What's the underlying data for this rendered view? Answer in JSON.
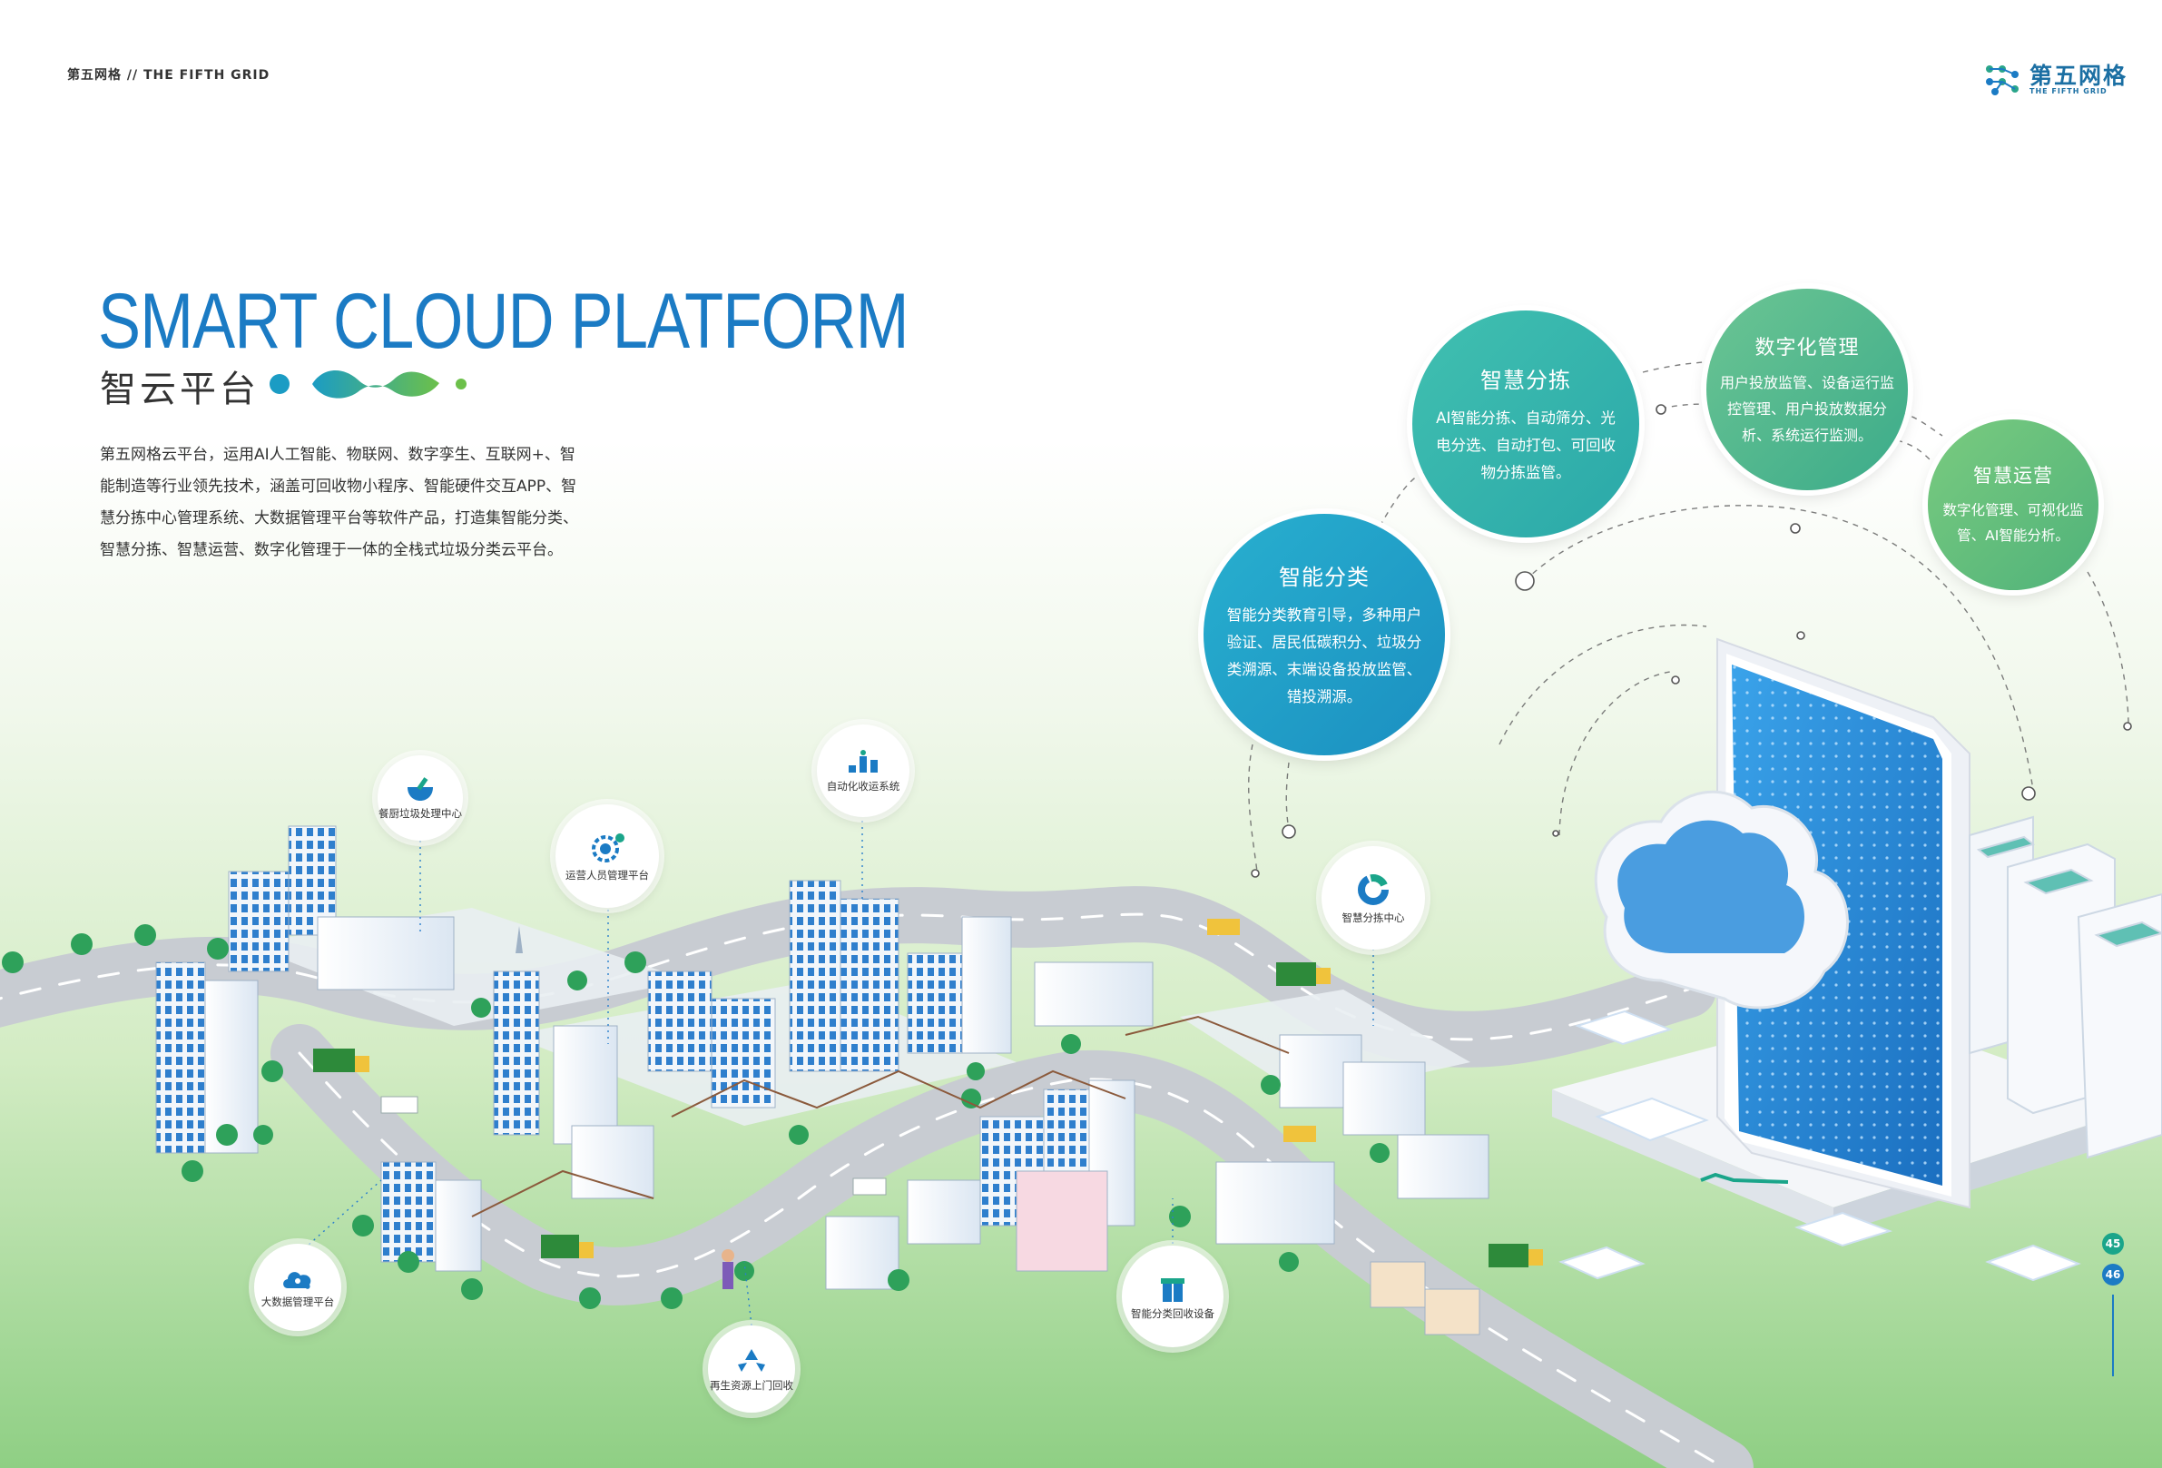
{
  "header": {
    "left_label": "第五网格 // THE FIFTH GRID"
  },
  "logo": {
    "cn": "第五网格",
    "en": "THE FIFTH GRID"
  },
  "title": {
    "en": "SMART CLOUD PLATFORM",
    "cn": "智云平台"
  },
  "intro": "第五网格云平台，运用AI人工智能、物联网、数字孪生、互联网+、智能制造等行业领先技术，涵盖可回收物小程序、智能硬件交互APP、智慧分拣中心管理系统、大数据管理平台等软件产品，打造集智能分类、智慧分拣、智慧运营、数字化管理于一体的全栈式垃圾分类云平台。",
  "features": [
    {
      "title": "智能分类",
      "desc": "智能分类教育引导，多种用户验证、居民低碳积分、垃圾分类溯源、末端设备投放监管、错投溯源。"
    },
    {
      "title": "智慧分拣",
      "desc": "AI智能分拣、自动筛分、光电分选、自动打包、可回收物分拣监管。"
    },
    {
      "title": "数字化管理",
      "desc": "用户投放监管、设备运行监控管理、用户投放数据分析、系统运行监测。"
    },
    {
      "title": "智慧运营",
      "desc": "数字化管理、可视化监管、AI智能分析。"
    }
  ],
  "nodes": [
    {
      "label": "餐厨垃圾处理中心",
      "icon": "mortar-icon"
    },
    {
      "label": "运营人员管理平台",
      "icon": "gear-people-icon"
    },
    {
      "label": "自动化收运系统",
      "icon": "conveyor-icon"
    },
    {
      "label": "智慧分拣中心",
      "icon": "donut-chart-icon"
    },
    {
      "label": "大数据管理平台",
      "icon": "cloud-user-icon"
    },
    {
      "label": "再生资源上门回收",
      "icon": "recycle-icon"
    },
    {
      "label": "智能分类回收设备",
      "icon": "bin-icon"
    }
  ],
  "pages": {
    "left": "45",
    "right": "46"
  },
  "colors": {
    "brand_blue": "#1b7bc4",
    "teal": "#1aa58a",
    "cyan": "#28b0cf",
    "green": "#6cc593"
  }
}
